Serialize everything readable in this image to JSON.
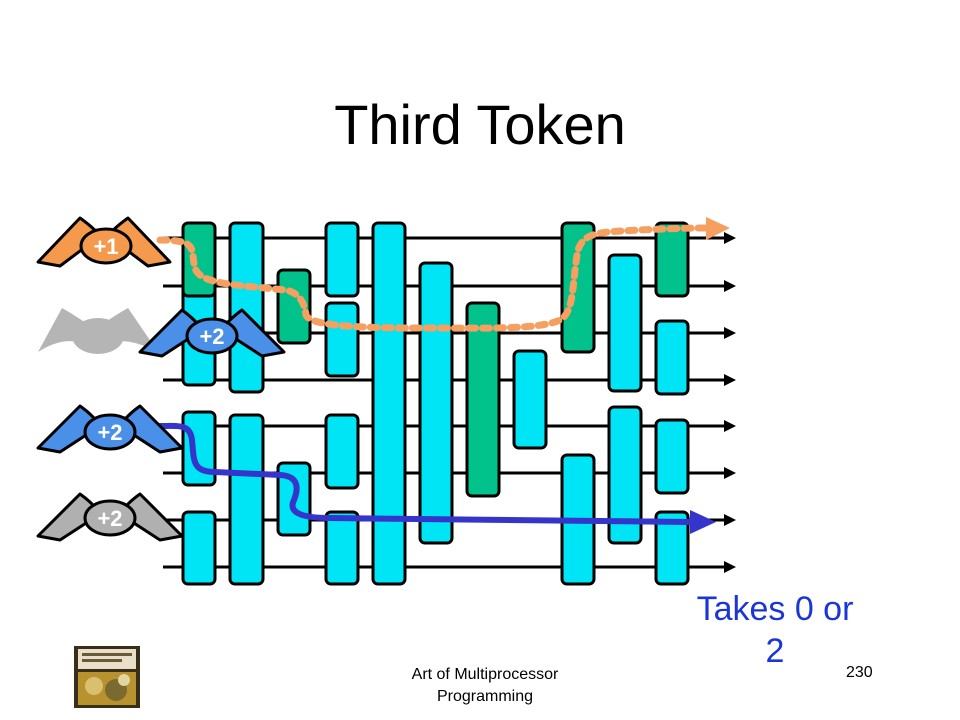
{
  "slide": {
    "title": "Third Token",
    "note": "Takes 0 or 2",
    "footer": "Art of Multiprocessor Programming",
    "page_number": "230"
  },
  "tokens": [
    {
      "label": "+1",
      "color": "#f59a4d",
      "state": "active"
    },
    {
      "label": "+2",
      "color": "#4a8fe8",
      "state": "active"
    },
    {
      "label": "+2",
      "color": "#4a8fe8",
      "state": "active"
    },
    {
      "label": "+2",
      "color": "#b0b0b0",
      "state": "waiting"
    }
  ],
  "colors": {
    "balancer_cyan": "#00e5f5",
    "balancer_green": "#00c28a",
    "wire": "#000000",
    "orange_path": "#f5a060",
    "blue_path": "#3535cc",
    "ghost_token": "#b5b5b5",
    "note_text": "#1a35d8"
  },
  "icons": {
    "token": "winged-token-icon",
    "book": "book-cover-icon"
  }
}
